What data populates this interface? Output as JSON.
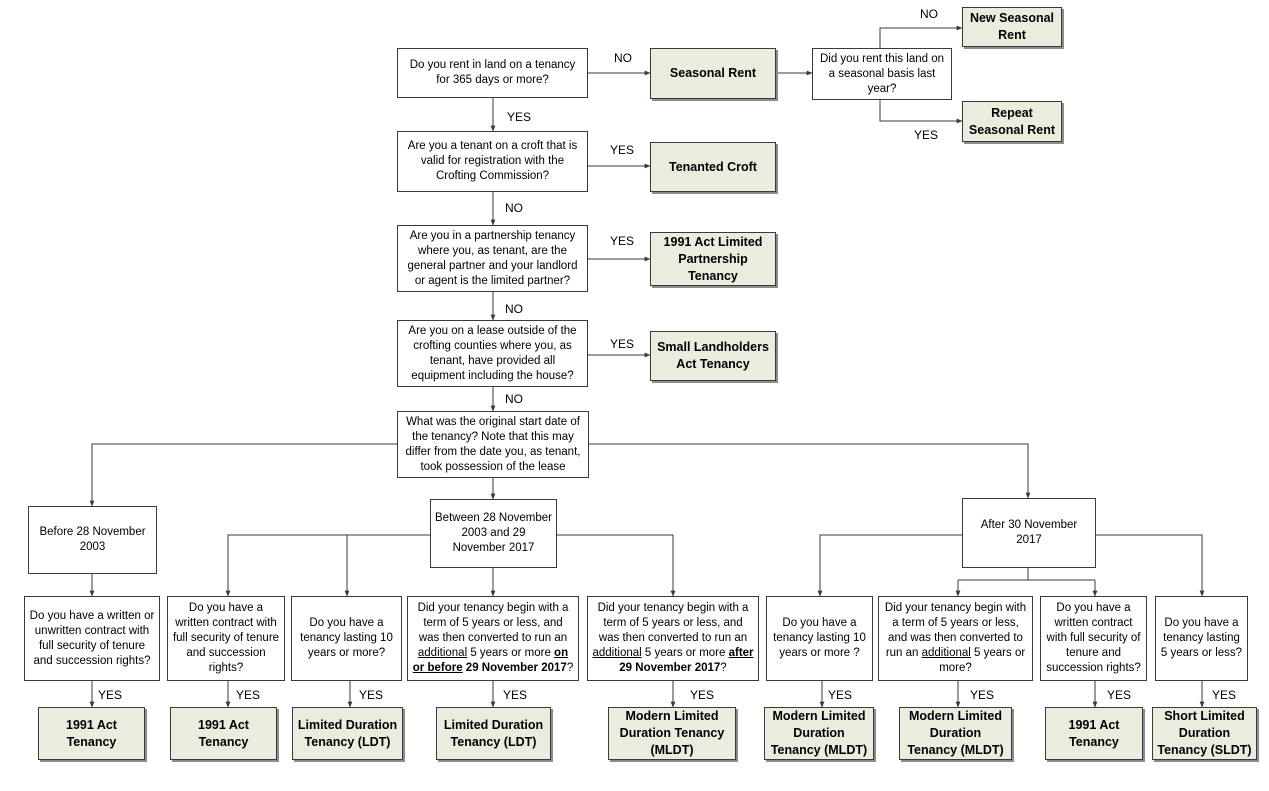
{
  "labels": {
    "yes": "YES",
    "no": "NO"
  },
  "questions": {
    "q1": "Do you rent in land on a tenancy for 365 days or more?",
    "q_seasonal": "Did you rent this land on a seasonal basis last year?",
    "q2": "Are you a tenant on a croft that is valid for registration with the Crofting Commission?",
    "q3": "Are you in a partnership tenancy where you, as tenant, are the general partner and your landlord or agent is the limited partner?",
    "q4": "Are you on a lease outside of the crofting counties where you, as tenant, have provided all equipment including the house?",
    "q5": "What was the original start date of the tenancy? Note that this may differ from the date you, as tenant, took possession of the lease"
  },
  "periods": {
    "before": "Before 28 November 2003",
    "between": "Between 28 November 2003 and 29 November 2017",
    "after": "After 30 November 2017"
  },
  "sub_questions": {
    "b1": "Do you have a written or unwritten contract with full security of tenure and succession rights?",
    "m1": "Do you have a written contract with full security of tenure and succession rights?",
    "m2": "Do you have a tenancy lasting 10 years or more?",
    "m3": {
      "a": "Did your tenancy begin with a term of 5 years or less, and was then converted to run an ",
      "u1": "additional",
      "b": " 5 years or more ",
      "u2": "on or before",
      "c": " 29 November 2017",
      "d": "?"
    },
    "m4": {
      "a": "Did your tenancy begin with a term of 5 years or less, and was then converted to run an ",
      "u1": "additional",
      "b": " 5 years or more ",
      "u2": "after",
      "c": " 29 November 2017",
      "d": "?"
    },
    "a1": "Do you have a tenancy lasting 10 years or more ?",
    "a2": {
      "a": "Did your tenancy begin with a term of 5 years or less, and was then converted to run an ",
      "u1": "additional",
      "b": " 5 years or more?"
    },
    "a3": "Do you have a written contract with full security of tenure and succession rights?",
    "a4": "Do you have a tenancy lasting 5 years or less?"
  },
  "results": {
    "seasonal": "Seasonal Rent",
    "new_seasonal": "New Seasonal Rent",
    "repeat_seasonal": "Repeat Seasonal Rent",
    "croft": "Tenanted Croft",
    "partnership": "1991 Act Limited Partnership Tenancy",
    "small_landholders": "Small Landholders Act Tenancy",
    "r_b1": "1991 Act Tenancy",
    "r_m1": "1991 Act Tenancy",
    "r_m2": "Limited Duration Tenancy (LDT)",
    "r_m3": "Limited Duration Tenancy (LDT)",
    "r_m4": "Modern Limited Duration Tenancy (MLDT)",
    "r_a1": "Modern Limited Duration Tenancy (MLDT)",
    "r_a2": "Modern Limited Duration Tenancy (MLDT)",
    "r_a3": "1991 Act Tenancy",
    "r_a4": "Short Limited Duration Tenancy (SLDT)"
  },
  "colors": {
    "result_fill": "#e9eddd",
    "line": "#3a3a3a"
  }
}
